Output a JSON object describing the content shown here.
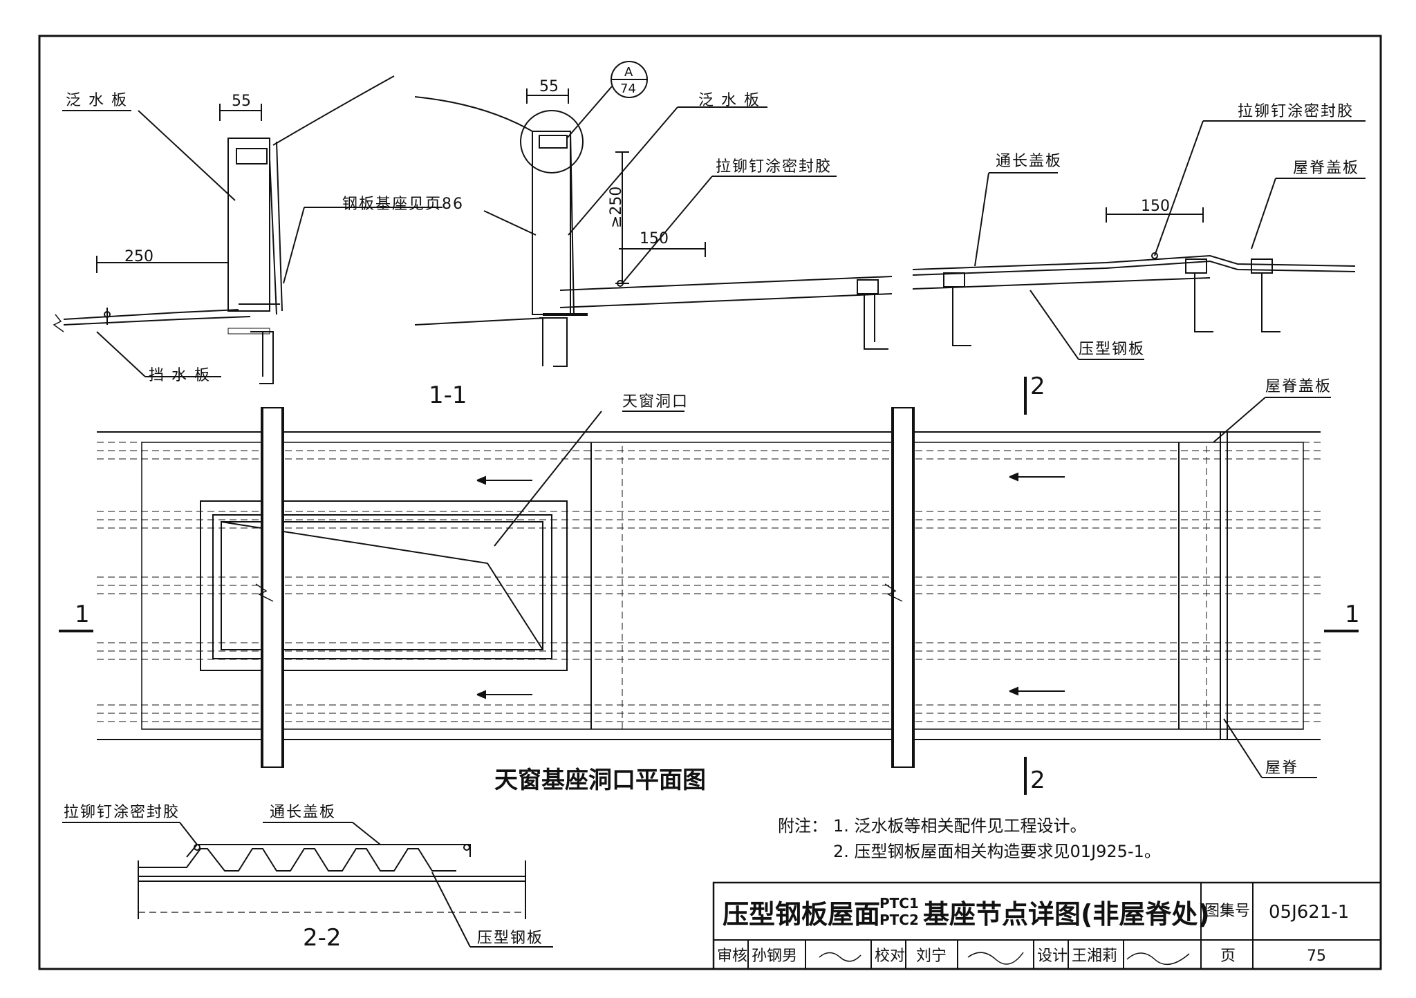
{
  "labels": {
    "flashing_left": "泛 水 板",
    "flashing_mid": "泛 水 板",
    "rivet_mid": "拉铆钉涂密封胶",
    "rivet_right": "拉铆钉涂密封胶",
    "rivet_22": "拉铆钉涂密封胶",
    "steel_base": "钢板基座见页86",
    "water_stop": "挡 水 板",
    "cover_long": "通长盖板",
    "cover_long_22": "通长盖板",
    "ridge_cover_top": "屋脊盖板",
    "ridge_cover_plan": "屋脊盖板",
    "pressed_steel": "压型钢板",
    "pressed_steel_22": "压型钢板",
    "skylight_opening": "天窗洞口",
    "ridge": "屋脊"
  },
  "dims": {
    "d55_left": "55",
    "d55_mid": "55",
    "d250": "250",
    "d250v": "≥250",
    "d150_mid": "150",
    "d150_right": "150",
    "ref_top": "A",
    "ref_bottom": "74"
  },
  "sections": {
    "s11": "1-1",
    "s22": "2-2",
    "cut1_left": "1",
    "cut1_right": "1",
    "cut2_top": "2",
    "cut2_bottom": "2"
  },
  "plan_title": "天窗基座洞口平面图",
  "notes": {
    "head": "附注：",
    "n1": "1. 泛水板等相关配件见工程设计。",
    "n2": "2. 压型钢板屋面相关构造要求见01J925-1。"
  },
  "titleblock": {
    "title_a": "压型钢板屋面",
    "code1": "PTC1",
    "code2": "PTC2",
    "title_b": "基座节点详图(非屋脊处)",
    "atlas_label": "图集号",
    "atlas_no": "05J621-1",
    "review_label": "审核",
    "reviewer": "孙钢男",
    "check_label": "校对",
    "checker": "刘宁",
    "design_label": "设计",
    "designer": "王湘莉",
    "page_label": "页",
    "page_no": "75"
  }
}
